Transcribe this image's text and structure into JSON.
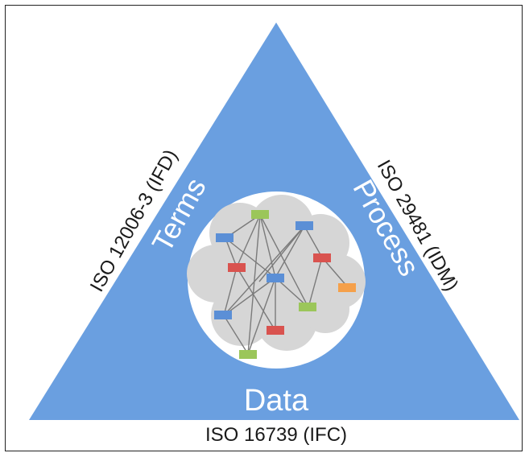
{
  "labels": {
    "left_standard": "ISO 12006-3 (IFD)",
    "right_standard": "ISO 29481 (IDM)",
    "bottom_standard": "ISO 16739 (IFC)",
    "left_concept": "Terms",
    "right_concept": "Process",
    "bottom_concept": "Data"
  },
  "colors": {
    "triangle": "#6a9fe0",
    "cloud": "#d6d6d6",
    "circle": "#ffffff",
    "node_blue": "#5b8fd6",
    "node_red": "#d9534f",
    "node_green": "#9bc65a",
    "node_orange": "#f5a04a",
    "edge": "#7a7a7a"
  }
}
